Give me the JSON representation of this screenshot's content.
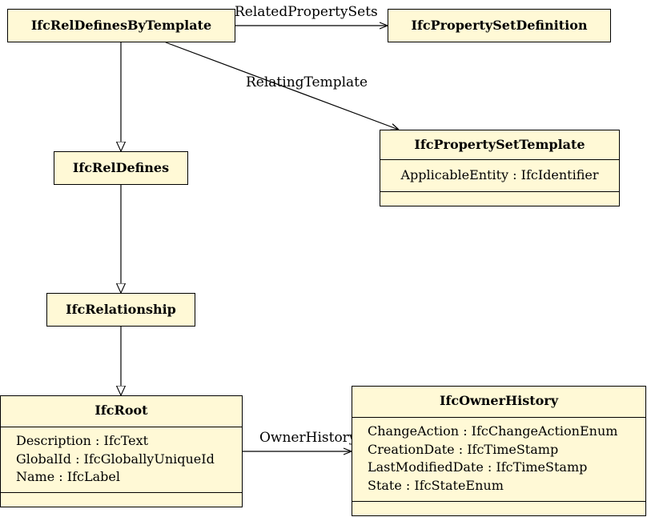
{
  "classes": {
    "rel_defines_by_template": {
      "name": "IfcRelDefinesByTemplate"
    },
    "property_set_definition": {
      "name": "IfcPropertySetDefinition"
    },
    "property_set_template": {
      "name": "IfcPropertySetTemplate",
      "attributes": [
        "ApplicableEntity : IfcIdentifier"
      ]
    },
    "rel_defines": {
      "name": "IfcRelDefines"
    },
    "relationship": {
      "name": "IfcRelationship"
    },
    "root": {
      "name": "IfcRoot",
      "attributes": [
        "Description : IfcText",
        "GlobalId : IfcGloballyUniqueId",
        "Name : IfcLabel"
      ]
    },
    "owner_history": {
      "name": "IfcOwnerHistory",
      "attributes": [
        "ChangeAction : IfcChangeActionEnum",
        "CreationDate : IfcTimeStamp",
        "LastModifiedDate : IfcTimeStamp",
        "State : IfcStateEnum"
      ]
    }
  },
  "associations": {
    "related_property_sets": "RelatedPropertySets",
    "relating_template": "RelatingTemplate",
    "owner_history": "OwnerHistory"
  }
}
